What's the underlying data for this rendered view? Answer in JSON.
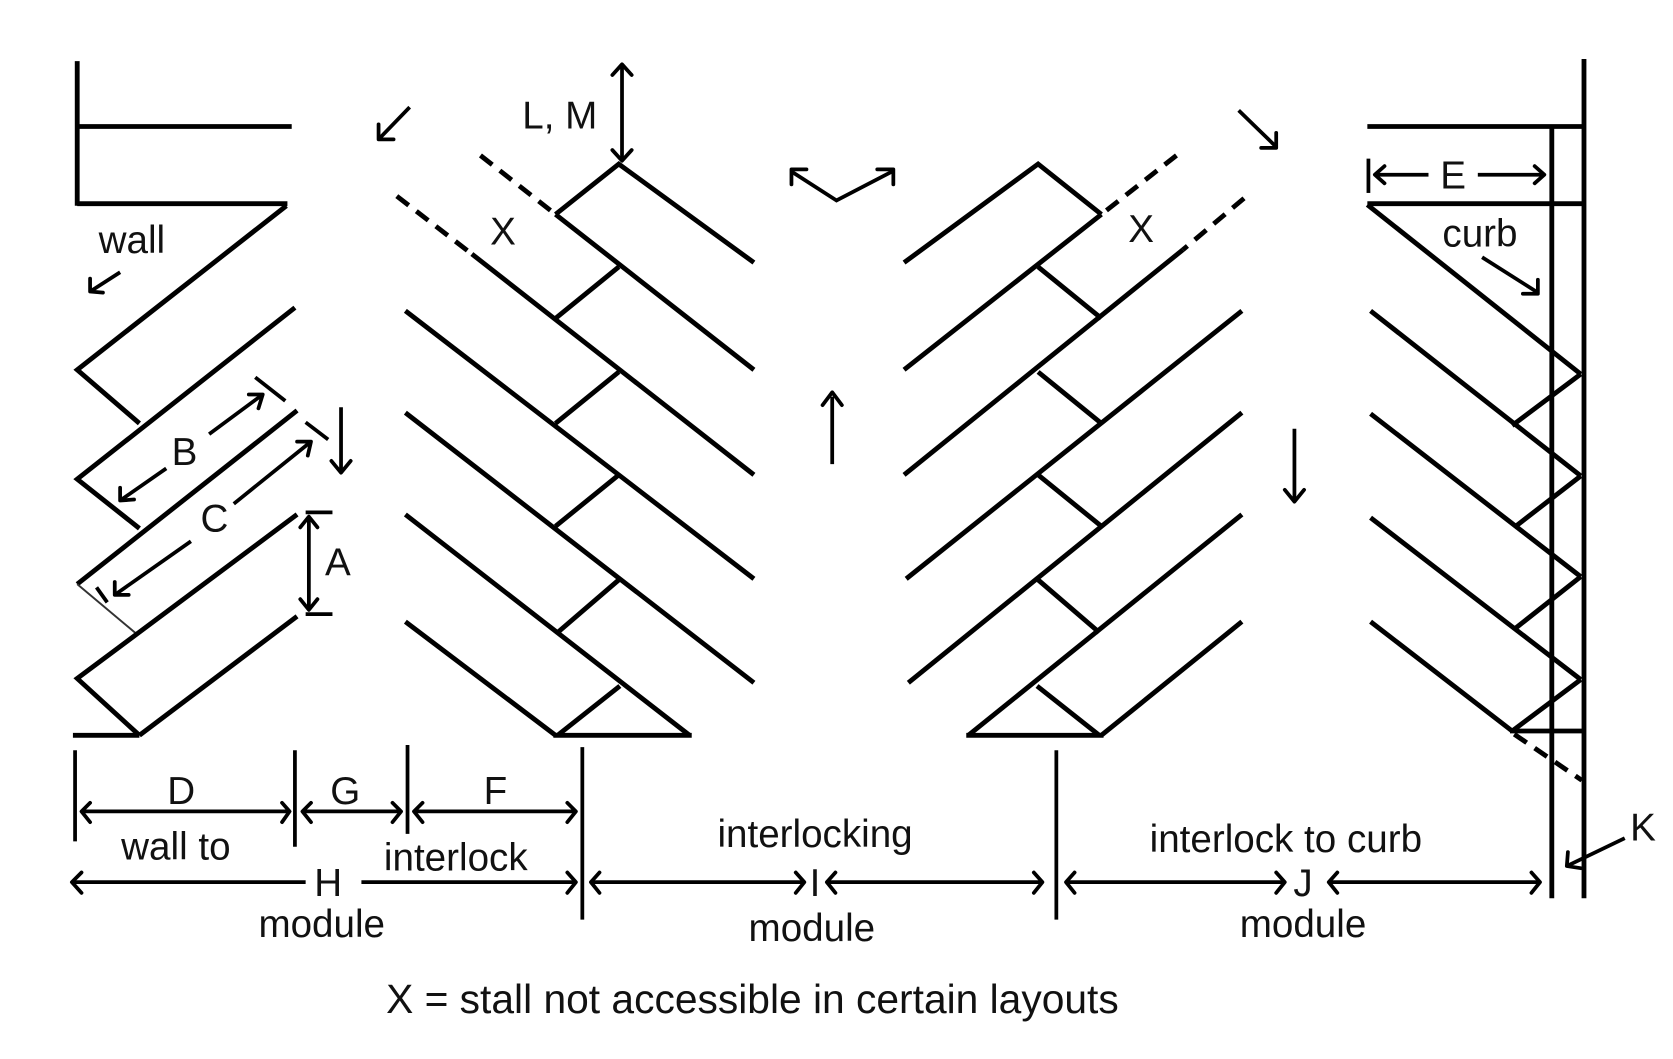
{
  "diagram": {
    "title": "Herringbone (angled) parking stall layout dimensions",
    "labels": {
      "wall": "wall",
      "curb": "curb",
      "lm": "L, M",
      "x_left": "X",
      "x_right": "X",
      "a": "A",
      "b": "B",
      "c": "C",
      "d": "D",
      "e": "E",
      "f": "F",
      "g": "G",
      "h": "H",
      "i": "I",
      "j": "J",
      "k": "K"
    },
    "modules": {
      "wall_to_interlock": {
        "line1": "wall to",
        "line2": "interlock",
        "line3": "module",
        "symbol": "H"
      },
      "interlocking": {
        "line1": "interlocking",
        "line2": "module",
        "symbol": "I"
      },
      "interlock_to_curb": {
        "line1": "interlock to curb",
        "line2": "module",
        "symbol": "J"
      }
    },
    "legend": "X = stall not accessible in certain layouts"
  }
}
